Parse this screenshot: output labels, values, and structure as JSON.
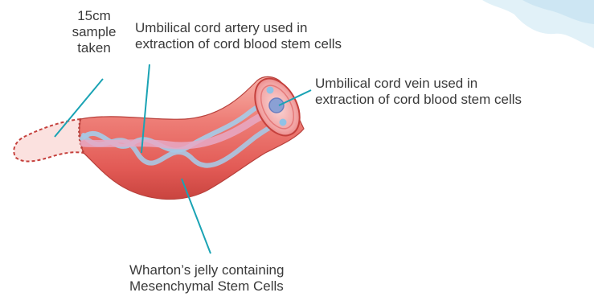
{
  "labels": {
    "sample": [
      "15cm",
      "sample",
      "taken"
    ],
    "artery": [
      "Umbilical cord artery used in",
      "extraction of cord blood stem cells"
    ],
    "vein": [
      "Umbilical cord vein used in",
      "extraction of cord blood stem cells"
    ],
    "jelly": [
      "Wharton’s jelly containing",
      "Mesenchymal Stem Cells"
    ]
  },
  "colors": {
    "cord_fill": "#e8625e",
    "cord_highlight": "#f6a8a0",
    "cord_shadow": "#c23f3a",
    "sample_fill": "#fbe1df",
    "vessel_blue": "#a9c8e4",
    "vessel_pink": "#e6a9c6",
    "leader_line": "#1aa3b4",
    "text": "#3a3a3a",
    "decor_blue": "#dceef7"
  }
}
